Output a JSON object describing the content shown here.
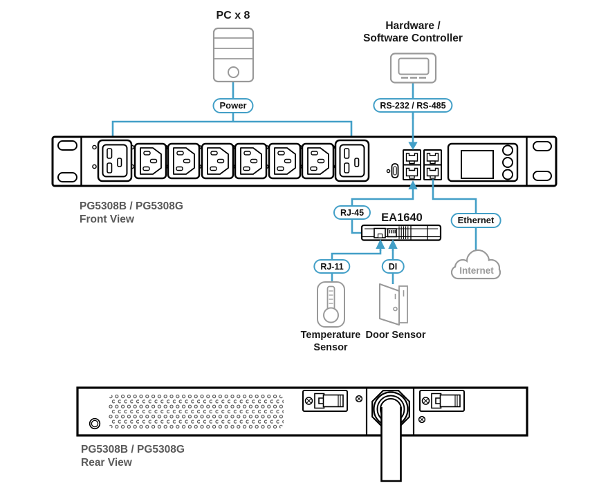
{
  "nodes": {
    "pc_label": "PC x 8",
    "controller_label_line1": "Hardware /",
    "controller_label_line2": "Software Controller",
    "ea1640_label": "EA1640",
    "internet_label": "Internet",
    "temperature_label_line1": "Temperature",
    "temperature_label_line2": "Sensor",
    "door_label": "Door Sensor"
  },
  "connectors": {
    "power": "Power",
    "serial": "RS-232 / RS-485",
    "rj45": "RJ-45",
    "ethernet": "Ethernet",
    "rj11": "RJ-11",
    "di": "DI"
  },
  "views": {
    "front_model": "PG5308B / PG5308G",
    "front_caption": "Front View",
    "rear_model": "PG5308B / PG5308G",
    "rear_caption": "Rear View"
  },
  "icons": [
    "pc-tower-icon",
    "controller-icon",
    "power-outlet-c19-icon",
    "power-outlet-c13-icon",
    "led-indicator-icon",
    "reset-hole-icon",
    "usb-port-icon",
    "rj45-port-icon",
    "lcd-display-icon",
    "ea1640-sensor-hub-icon",
    "internet-cloud-icon",
    "thermometer-icon",
    "door-icon",
    "vent-holes-icon",
    "ground-screw-icon",
    "cable-gland-icon",
    "power-cord-icon",
    "latch-icon",
    "screw-icon"
  ],
  "colors": {
    "connector_blue": "#429FC7",
    "icon_gray": "#999999",
    "caption_gray": "#595959",
    "outline_black": "#000000",
    "internet_text_gray": "#9A9A9A"
  }
}
